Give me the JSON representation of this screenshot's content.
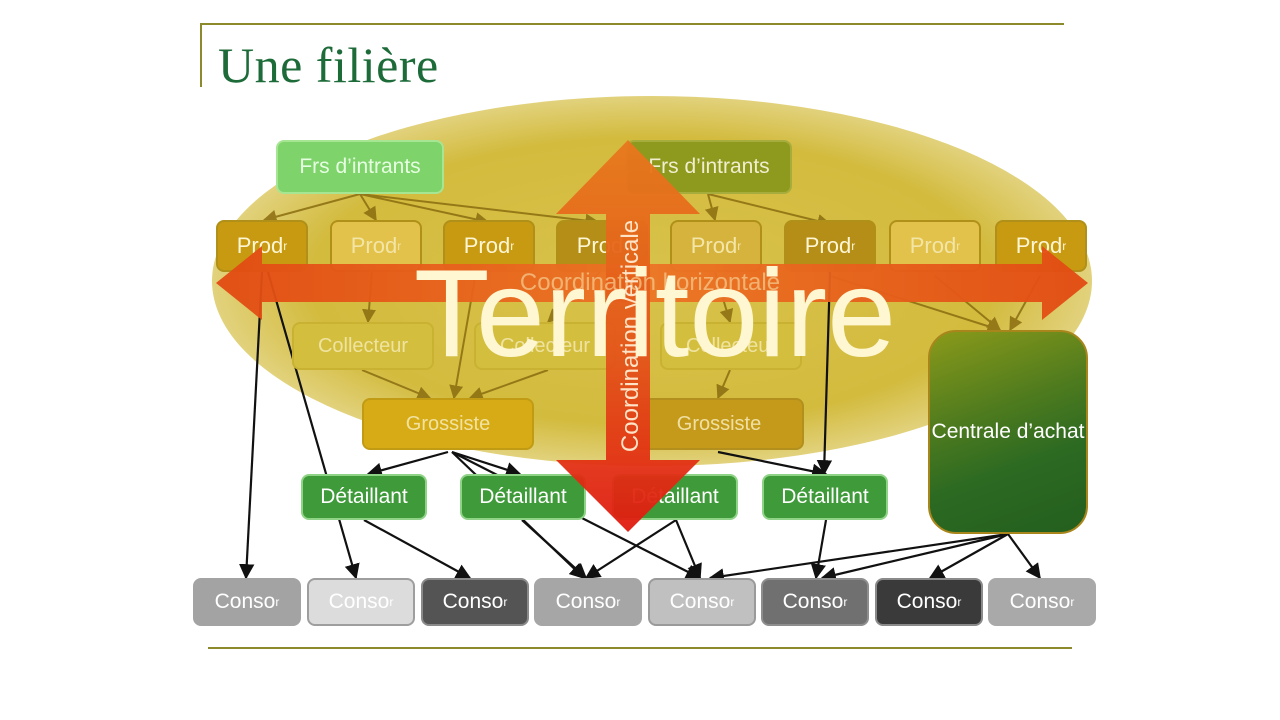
{
  "slide": {
    "title": "Une filière"
  },
  "nodes": {
    "fournisseurs": [
      "Frs d’intrants",
      "Frs d’intrants"
    ],
    "producteurs": [
      {
        "base": "Prod",
        "sup": "r"
      },
      {
        "base": "Prod",
        "sup": "r"
      },
      {
        "base": "Prod",
        "sup": "r"
      },
      {
        "base": "Prod",
        "sup": "r"
      },
      {
        "base": "Prod",
        "sup": "r"
      },
      {
        "base": "Prod",
        "sup": "r"
      },
      {
        "base": "Prod",
        "sup": "r"
      },
      {
        "base": "Prod",
        "sup": "r"
      }
    ],
    "collecteurs": [
      "Collecteur",
      "Collecteur",
      "Collecteur"
    ],
    "grossistes": [
      "Grossiste",
      "Grossiste"
    ],
    "detaillants": [
      "Détaillant",
      "Détaillant",
      "Détaillant",
      "Détaillant"
    ],
    "centrale": "Centrale d’achat",
    "consommateurs": [
      {
        "base": "Conso",
        "sup": "r"
      },
      {
        "base": "Conso",
        "sup": "r"
      },
      {
        "base": "Conso",
        "sup": "r"
      },
      {
        "base": "Conso",
        "sup": "r"
      },
      {
        "base": "Conso",
        "sup": "r"
      },
      {
        "base": "Conso",
        "sup": "r"
      },
      {
        "base": "Conso",
        "sup": "r"
      },
      {
        "base": "Conso",
        "sup": "r"
      }
    ]
  },
  "overlay": {
    "horizontal_label": "Coordination horizontale",
    "vertical_label": "Coordination verticale",
    "territory_label": "Territoire"
  },
  "colors": {
    "title": "#1e6b3a",
    "accent_rule": "#8c8a2c",
    "arrow_orange": "#e8621a",
    "arrow_red": "#e02010",
    "glow": "#d3bb3e"
  }
}
